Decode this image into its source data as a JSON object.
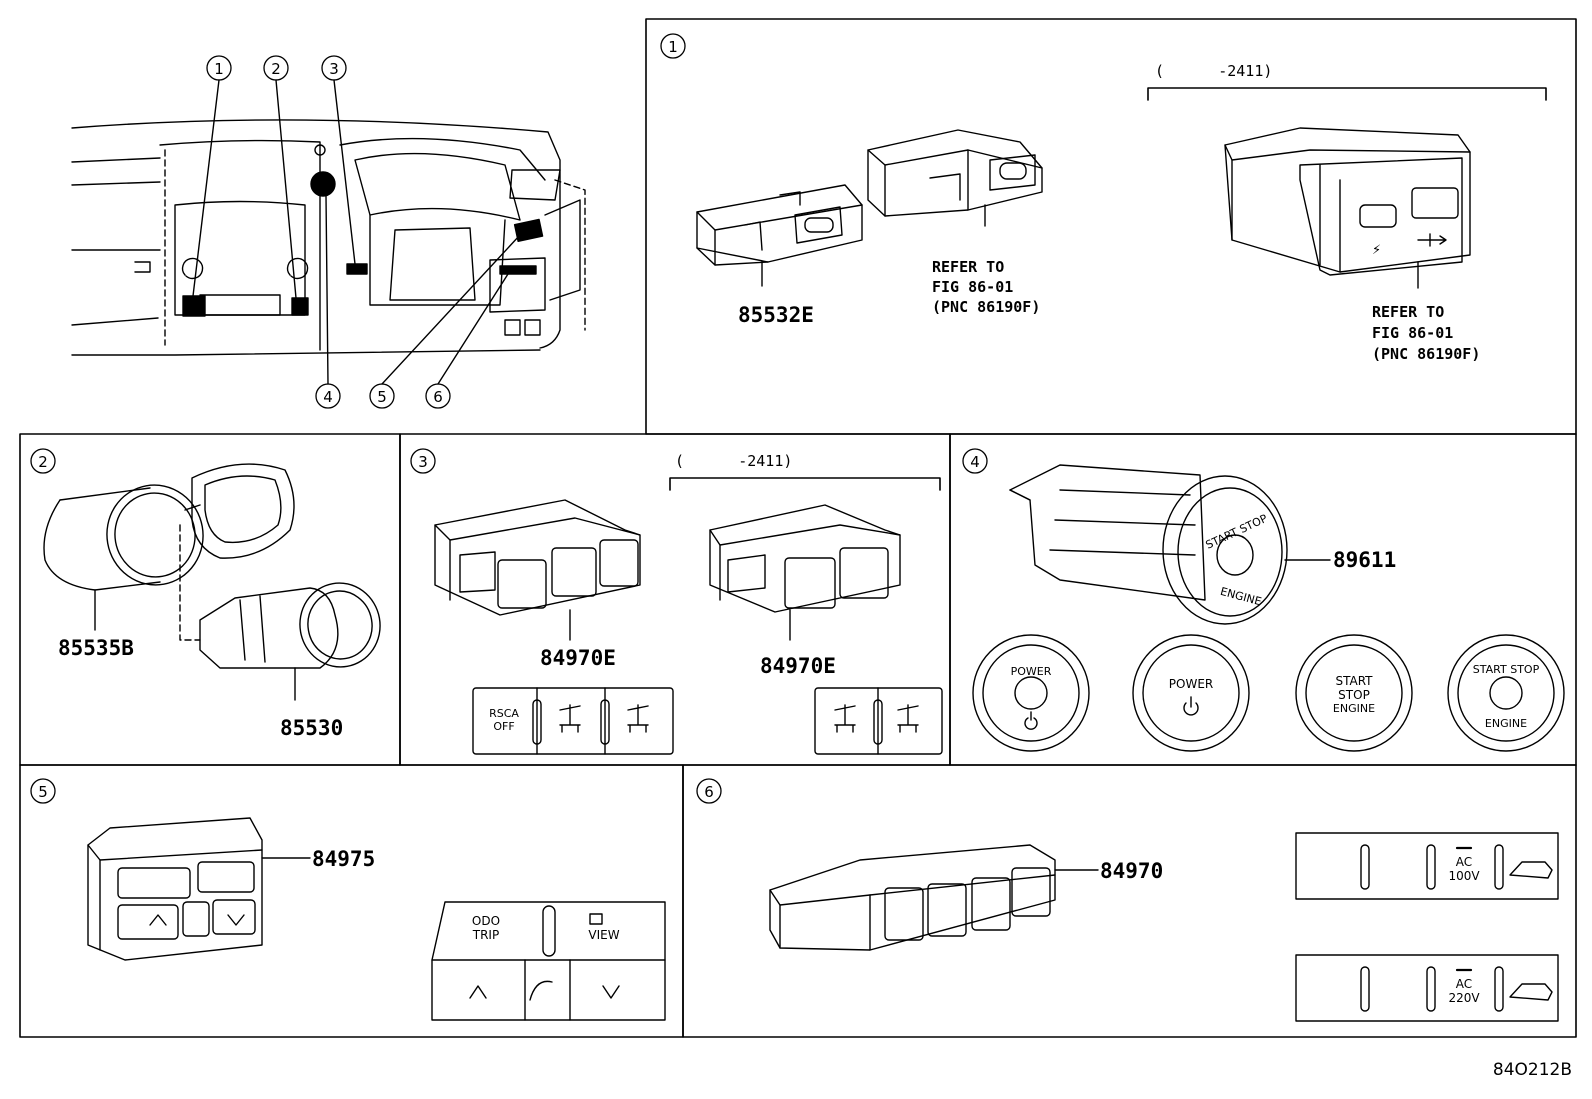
{
  "callouts": [
    "1",
    "2",
    "3",
    "4",
    "5",
    "6"
  ],
  "panel1": {
    "num": "1",
    "bracket_label": "(      -2411)",
    "part_left": "85532E",
    "ref_mid": [
      "REFER TO",
      "FIG 86-01",
      "(PNC 86190F)"
    ],
    "ref_right": [
      "REFER TO",
      "FIG 86-01",
      "(PNC 86190F)"
    ]
  },
  "panel2": {
    "num": "2",
    "part_a": "85535B",
    "part_b": "85530"
  },
  "panel3": {
    "num": "3",
    "bracket_label": "(      -2411)",
    "part_a": "84970E",
    "part_b": "84970E",
    "switch_rsca": [
      "RSCA",
      "OFF"
    ]
  },
  "panel4": {
    "num": "4",
    "part": "89611",
    "buttons": [
      {
        "top": "POWER",
        "bottom": ""
      },
      {
        "top": "POWER",
        "bottom": ""
      },
      {
        "top": "START",
        "mid": "STOP",
        "bottom": "ENGINE"
      },
      {
        "top": "START STOP",
        "bottom": "ENGINE"
      }
    ],
    "big_button": {
      "top": "START STOP",
      "bottom": "ENGINE"
    }
  },
  "panel5": {
    "num": "5",
    "part": "84975",
    "switch": {
      "odo": [
        "ODO",
        "TRIP"
      ],
      "view": "VIEW"
    }
  },
  "panel6": {
    "num": "6",
    "part": "84970",
    "switch_a": [
      "AC",
      "100V"
    ],
    "switch_b": [
      "AC",
      "220V"
    ]
  },
  "figure_code": "84O212B"
}
